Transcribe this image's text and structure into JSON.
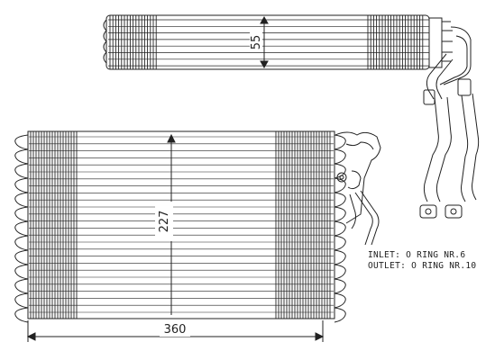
{
  "dimensions": {
    "width": "360",
    "height": "227",
    "depth": "55"
  },
  "notes": {
    "inlet": "INLET: O RING NR.6",
    "outlet": "OUTLET: O RING NR.10"
  }
}
